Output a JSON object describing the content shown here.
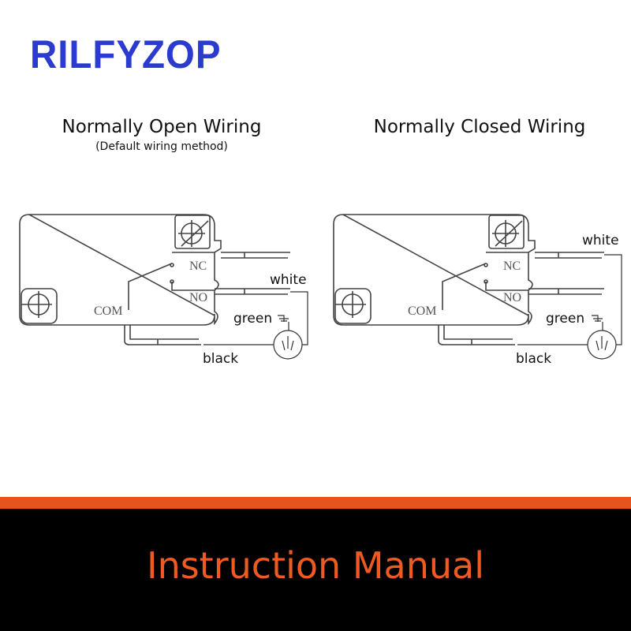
{
  "brand": {
    "logo_text": "RILFYZOP",
    "color": "#2b3bcf"
  },
  "diagrams": [
    {
      "title": "Normally Open Wiring",
      "subtitle": "(Default wiring method)",
      "terminals": {
        "nc": "NC",
        "no": "NO",
        "com": "COM"
      },
      "wires": {
        "white": "white",
        "green": "green",
        "black": "black"
      }
    },
    {
      "title": "Normally Closed Wiring",
      "terminals": {
        "nc": "NC",
        "no": "NO",
        "com": "COM"
      },
      "wires": {
        "white": "white",
        "green": "green",
        "black": "black"
      }
    }
  ],
  "footer": {
    "label": "Instruction Manual",
    "accent": "#e8521c"
  }
}
